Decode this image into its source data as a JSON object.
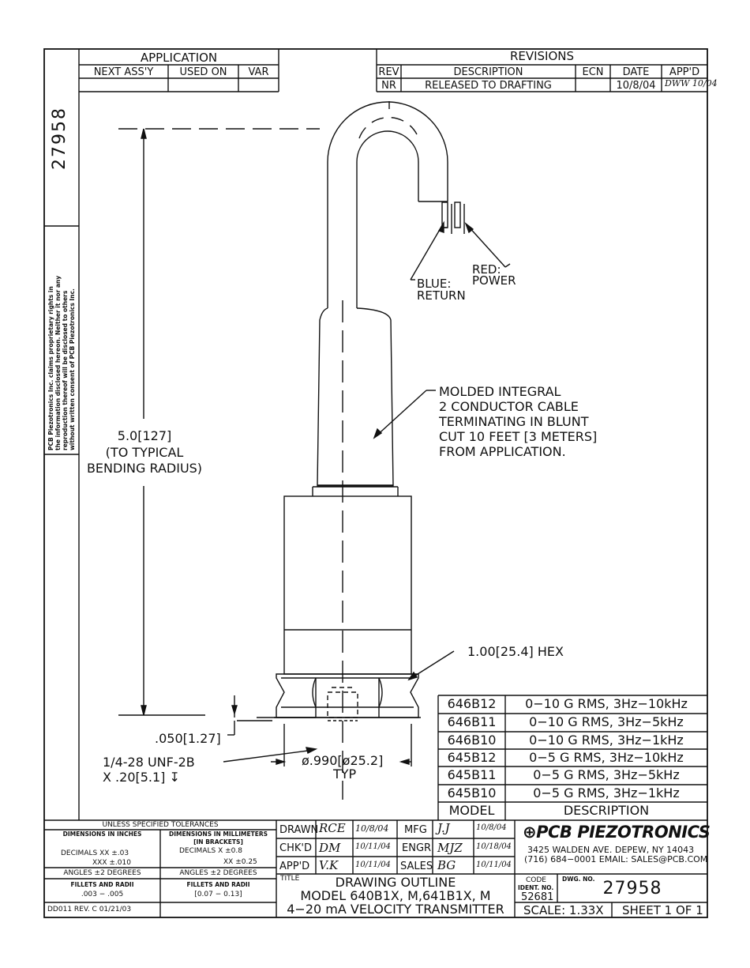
{
  "side_dwg_no": "27958",
  "proprietary_lines": [
    "PCB Piezotronics Inc. claims proprietary rights in",
    "the information disclosed hereon. Neither it nor any",
    "reproduction thereof will be disclosed to others",
    "without written consent of PCB Piezotronics Inc."
  ],
  "application": {
    "title": "APPLICATION",
    "headers": [
      "NEXT ASS'Y",
      "USED ON",
      "VAR"
    ]
  },
  "revisions": {
    "title": "REVISIONS",
    "headers": [
      "REV",
      "DESCRIPTION",
      "ECN",
      "DATE",
      "APP'D"
    ],
    "row": {
      "rev": "NR",
      "description": "RELEASED TO DRAFTING",
      "ecn": "",
      "date": "10/8/04",
      "appd": "DWW 10/04"
    }
  },
  "callouts": {
    "red": "RED:",
    "power": "POWER",
    "blue": "BLUE:",
    "return": "RETURN",
    "cable": [
      "MOLDED INTEGRAL",
      "2 CONDUCTOR CABLE",
      "TERMINATING IN BLUNT",
      "CUT 10 FEET [3 METERS]",
      "FROM APPLICATION."
    ],
    "height": [
      "5.0[127]",
      "(TO TYPICAL",
      "BENDING RADIUS)"
    ],
    "hex": "1.00[25.4] HEX",
    "thread_depth": ".050[1.27]",
    "thread": [
      "1/4-28 UNF-2B",
      "X .20[5.1] ↧"
    ],
    "diameter": "ø.990[ø25.2]",
    "typ": "TYP"
  },
  "models": {
    "rows": [
      {
        "model": "646B12",
        "description": "0−10 G RMS, 3Hz−10kHz"
      },
      {
        "model": "646B11",
        "description": "0−10 G RMS, 3Hz−5kHz"
      },
      {
        "model": "646B10",
        "description": "0−10 G RMS, 3Hz−1kHz"
      },
      {
        "model": "645B12",
        "description": "0−5 G RMS, 3Hz−10kHz"
      },
      {
        "model": "645B11",
        "description": "0−5 G RMS, 3Hz−5kHz"
      },
      {
        "model": "645B10",
        "description": "0−5 G RMS, 3Hz−1kHz"
      }
    ],
    "header_model": "MODEL",
    "header_description": "DESCRIPTION"
  },
  "tolerances": {
    "title": "UNLESS SPECIFIED TOLERANCES",
    "inch_header": "DIMENSIONS IN INCHES",
    "mm_header_1": "DIMENSIONS IN MILLIMETERS",
    "mm_header_2": "[IN BRACKETS]",
    "inch_decimals_1": "DECIMALS  XX ±.03",
    "inch_decimals_2": "XXX ±.010",
    "mm_decimals_1": "DECIMALS  X ±0.8",
    "mm_decimals_2": "XX ±0.25",
    "inch_angles": "ANGLES ±2 DEGREES",
    "mm_angles": "ANGLES ±2 DEGREES",
    "inch_fillets_1": "FILLETS AND RADII",
    "inch_fillets_2": ".003 − .005",
    "mm_fillets_1": "FILLETS AND RADII",
    "mm_fillets_2": "[0.07 − 0.13]",
    "form_no": "DD011 REV. C 01/21/03"
  },
  "signoffs": {
    "drawn": "DRAWN",
    "drawn_sig": "RCE",
    "drawn_date": "10/8/04",
    "chkd": "CHK'D",
    "chkd_sig": "DM",
    "chkd_date": "10/11/04",
    "appd": "APP'D",
    "appd_sig": "V.K",
    "appd_date": "10/11/04",
    "mfg": "MFG",
    "mfg_sig": "J.J",
    "mfg_date": "10/8/04",
    "engr": "ENGR",
    "engr_sig": "MJZ",
    "engr_date": "10/18/04",
    "sales": "SALES",
    "sales_sig": "BG",
    "sales_date": "10/11/04"
  },
  "title_block": {
    "label": "TITLE",
    "line1": "DRAWING OUTLINE",
    "line2": "MODEL 640B1X, M,641B1X, M",
    "line3": "4−20 mA VELOCITY TRANSMITTER"
  },
  "company": {
    "name": "PCB PIEZOTRONICS",
    "address": "3425 WALDEN AVE. DEPEW, NY 14043",
    "contact": "(716) 684−0001  EMAIL: SALES@PCB.COM"
  },
  "code_ident_label_1": "CODE",
  "code_ident_label_2": "IDENT. NO.",
  "code_ident": "52681",
  "dwg_no_label": "DWG. NO.",
  "dwg_no": "27958",
  "scale": "SCALE:  1.33X",
  "sheet": "SHEET  1  OF  1"
}
